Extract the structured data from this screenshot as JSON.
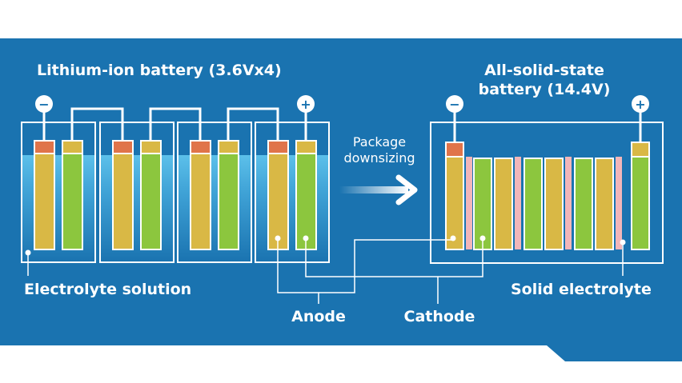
{
  "li_ion": {
    "title": "Lithium-ion battery (3.6Vx4)",
    "negative_symbol": "−",
    "positive_symbol": "+"
  },
  "solid_state": {
    "title_line1": "All-solid-state",
    "title_line2": "battery (14.4V)",
    "negative_symbol": "−",
    "positive_symbol": "+"
  },
  "transition": {
    "line1": "Package",
    "line2": "downsizing"
  },
  "labels": {
    "electrolyte_solution": "Electrolyte solution",
    "anode": "Anode",
    "cathode": "Cathode",
    "solid_electrolyte": "Solid electrolyte"
  },
  "colors": {
    "background": "#1a73b0",
    "anode_fill": "#d9b845",
    "anode_tip": "#e0744a",
    "cathode_fill": "#8cc63e",
    "cathode_tip": "#d9b845",
    "electrolyte_solution": "#4fb3df",
    "solid_electrolyte": "#f2b6b9",
    "outline": "#ffffff"
  }
}
